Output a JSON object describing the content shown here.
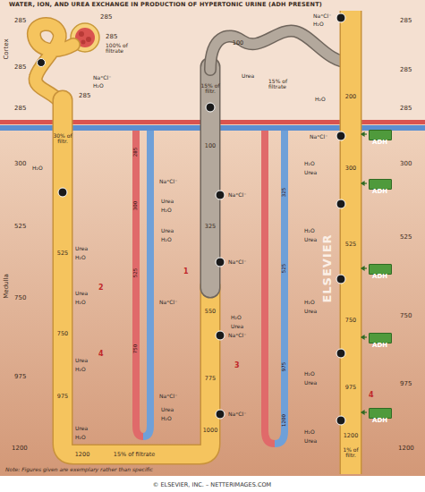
{
  "diagram": {
    "title": "WATER, ION, AND UREA EXCHANGE IN PRODUCTION OF HYPERTONIC URINE (ADH PRESENT)",
    "caption": "Note: Figures given are exemplary rather than specific",
    "nodes": [
      {
        "text": [
          "ADH"
        ]
      },
      {
        "text": [
          "ADH"
        ]
      },
      {
        "text": [
          "ADH"
        ]
      },
      {
        "text": [
          "ADH"
        ]
      },
      {
        "text": [
          "ADH"
        ]
      }
    ],
    "labels": [
      "Cortex",
      "Medulla",
      "285",
      "285",
      "285",
      "300",
      "525",
      "750",
      "975",
      "1200",
      "285",
      "285",
      "285",
      "300",
      "525",
      "750",
      "975",
      "1200",
      "285",
      "285",
      "100% of filtrate",
      "285",
      "30% of filtr.",
      "525",
      "750",
      "975",
      "1200",
      "15% of filtrate",
      "1000",
      "775",
      "550",
      "325",
      "15% of filtr.",
      "100",
      "100",
      "15% of filtrate",
      "200",
      "300",
      "525",
      "750",
      "975",
      "1200",
      "1% of filtr.",
      "285",
      "300",
      "525",
      "750",
      "325",
      "525",
      "975",
      "1200",
      "1",
      "2",
      "4",
      "3",
      "4",
      "H₂O",
      "Urea",
      "H₂O",
      "Urea",
      "H₂O",
      "Urea",
      "H₂O",
      "Urea",
      "H₂O",
      "Na⁺Cl⁻",
      "H₂O",
      "Na⁺Cl⁻",
      "Urea",
      "H₂O",
      "Urea",
      "H₂O",
      "Na⁺Cl⁻",
      "Na⁺Cl⁻",
      "Urea",
      "H₂O",
      "Na⁺Cl⁻",
      "Na⁺Cl⁻",
      "H₂O",
      "Urea",
      "Na⁺Cl⁻",
      "Na⁺Cl⁻",
      "H₂O",
      "Urea",
      "H₂O",
      "Urea",
      "H₂O",
      "Urea",
      "H₂O",
      "Urea",
      "H₂O",
      "Urea",
      "Na⁺Cl⁻",
      "H₂O",
      "H₂O",
      "Na⁺Cl⁻",
      "Urea",
      "ELSEVIER",
      "© ELSEVIER, INC. – NETTERIMAGES.COM"
    ]
  }
}
